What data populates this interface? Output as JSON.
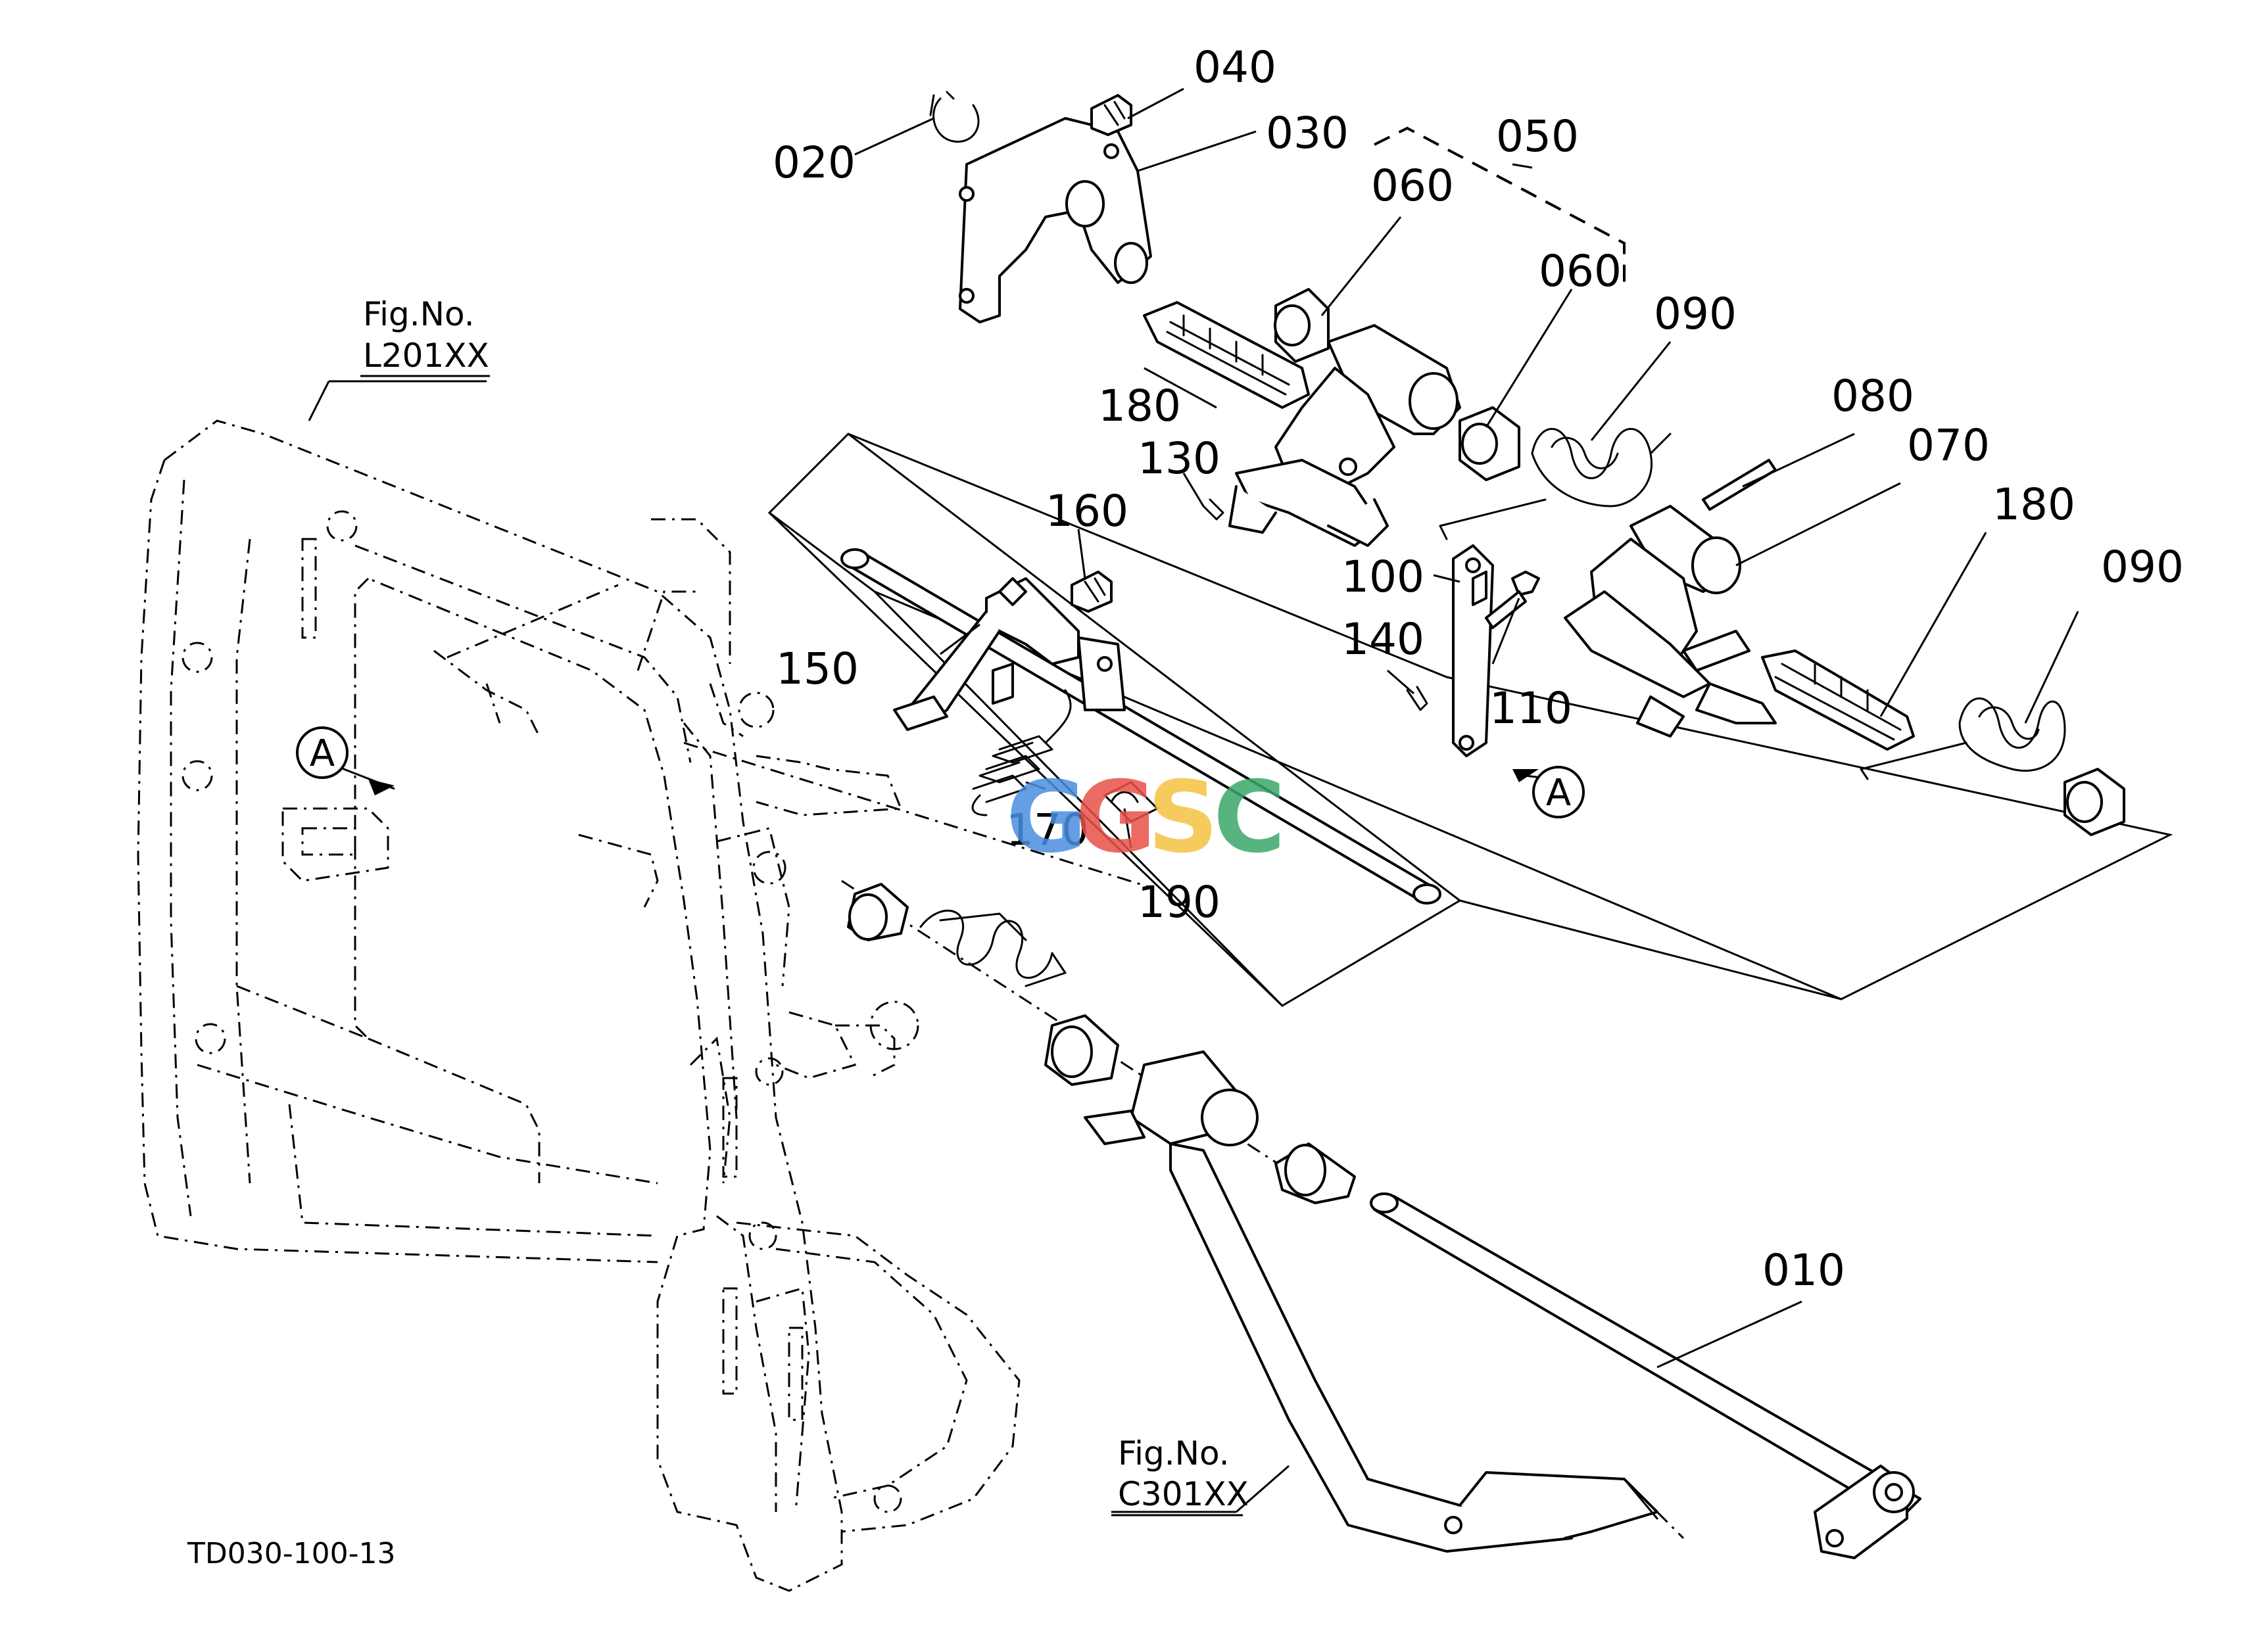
{
  "drawing_number": "TD030-100-13",
  "figure_refs": {
    "top": {
      "label": "Fig.No.",
      "number": "L201XX"
    },
    "bottom": {
      "label": "Fig.No.",
      "number": "C301XX"
    }
  },
  "section_marker": "A",
  "watermark": {
    "letters": [
      {
        "char": "G",
        "color": "#4a8fe0"
      },
      {
        "char": "G",
        "color": "#e8524a"
      },
      {
        "char": "S",
        "color": "#f5c242"
      },
      {
        "char": "C",
        "color": "#3aa869"
      }
    ]
  },
  "callouts": {
    "p010": "010",
    "p020": "020",
    "p030": "030",
    "p040": "040",
    "p050": "050",
    "p060a": "060",
    "p060b": "060",
    "p070": "070",
    "p080": "080",
    "p090a": "090",
    "p090b": "090",
    "p100": "100",
    "p110": "110",
    "p130": "130",
    "p140": "140",
    "p150": "150",
    "p160": "160",
    "p170": "170",
    "p180a": "180",
    "p180b": "180",
    "p190": "190"
  }
}
